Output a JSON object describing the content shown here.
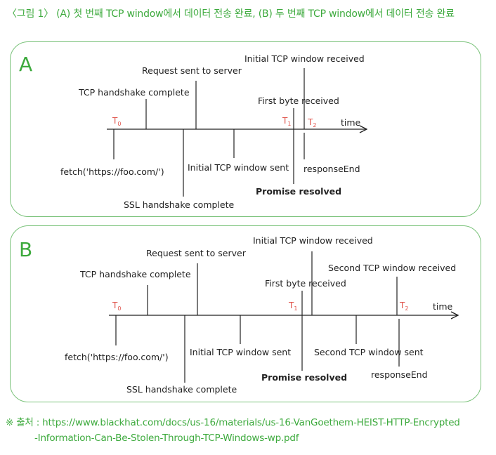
{
  "caption": "〈그림 1〉 (A) 첫 번째 TCP window에서 데이터 전송 완료, (B) 두 번째 TCP window에서 데이터 전송 완료",
  "colors": {
    "accent": "#3daa3d",
    "marker": "#e0554d",
    "border": "#7ac27a"
  },
  "panel_a": {
    "letter": "A",
    "axis_label": "time",
    "t0": {
      "symbol": "T",
      "sub": "0"
    },
    "t1": {
      "symbol": "T",
      "sub": "1"
    },
    "t2": {
      "symbol": "T",
      "sub": "2"
    },
    "events": {
      "fetch": "fetch('https://foo.com/')",
      "tcp_handshake": "TCP handshake complete",
      "ssl_handshake": "SSL handshake complete",
      "request_sent": "Request sent to server",
      "initial_window_sent": "Initial TCP window sent",
      "initial_window_received": "Initial TCP window received",
      "first_byte": "First byte received",
      "promise_resolved": "Promise resolved",
      "response_end": "responseEnd"
    }
  },
  "panel_b": {
    "letter": "B",
    "axis_label": "time",
    "t0": {
      "symbol": "T",
      "sub": "0"
    },
    "t1": {
      "symbol": "T",
      "sub": "1"
    },
    "t2": {
      "symbol": "T",
      "sub": "2"
    },
    "events": {
      "fetch": "fetch('https://foo.com/')",
      "tcp_handshake": "TCP handshake complete",
      "ssl_handshake": "SSL handshake complete",
      "request_sent": "Request sent to server",
      "initial_window_sent": "Initial TCP window sent",
      "initial_window_received": "Initial TCP window received",
      "first_byte": "First byte received",
      "promise_resolved": "Promise resolved",
      "second_window_received": "Second TCP window received",
      "second_window_sent": "Second TCP window sent",
      "response_end": "responseEnd"
    }
  },
  "source": {
    "line1": "※ 출처 : https://www.blackhat.com/docs/us-16/materials/us-16-VanGoethem-HEIST-HTTP-Encrypted",
    "line2": "-Information-Can-Be-Stolen-Through-TCP-Windows-wp.pdf"
  }
}
